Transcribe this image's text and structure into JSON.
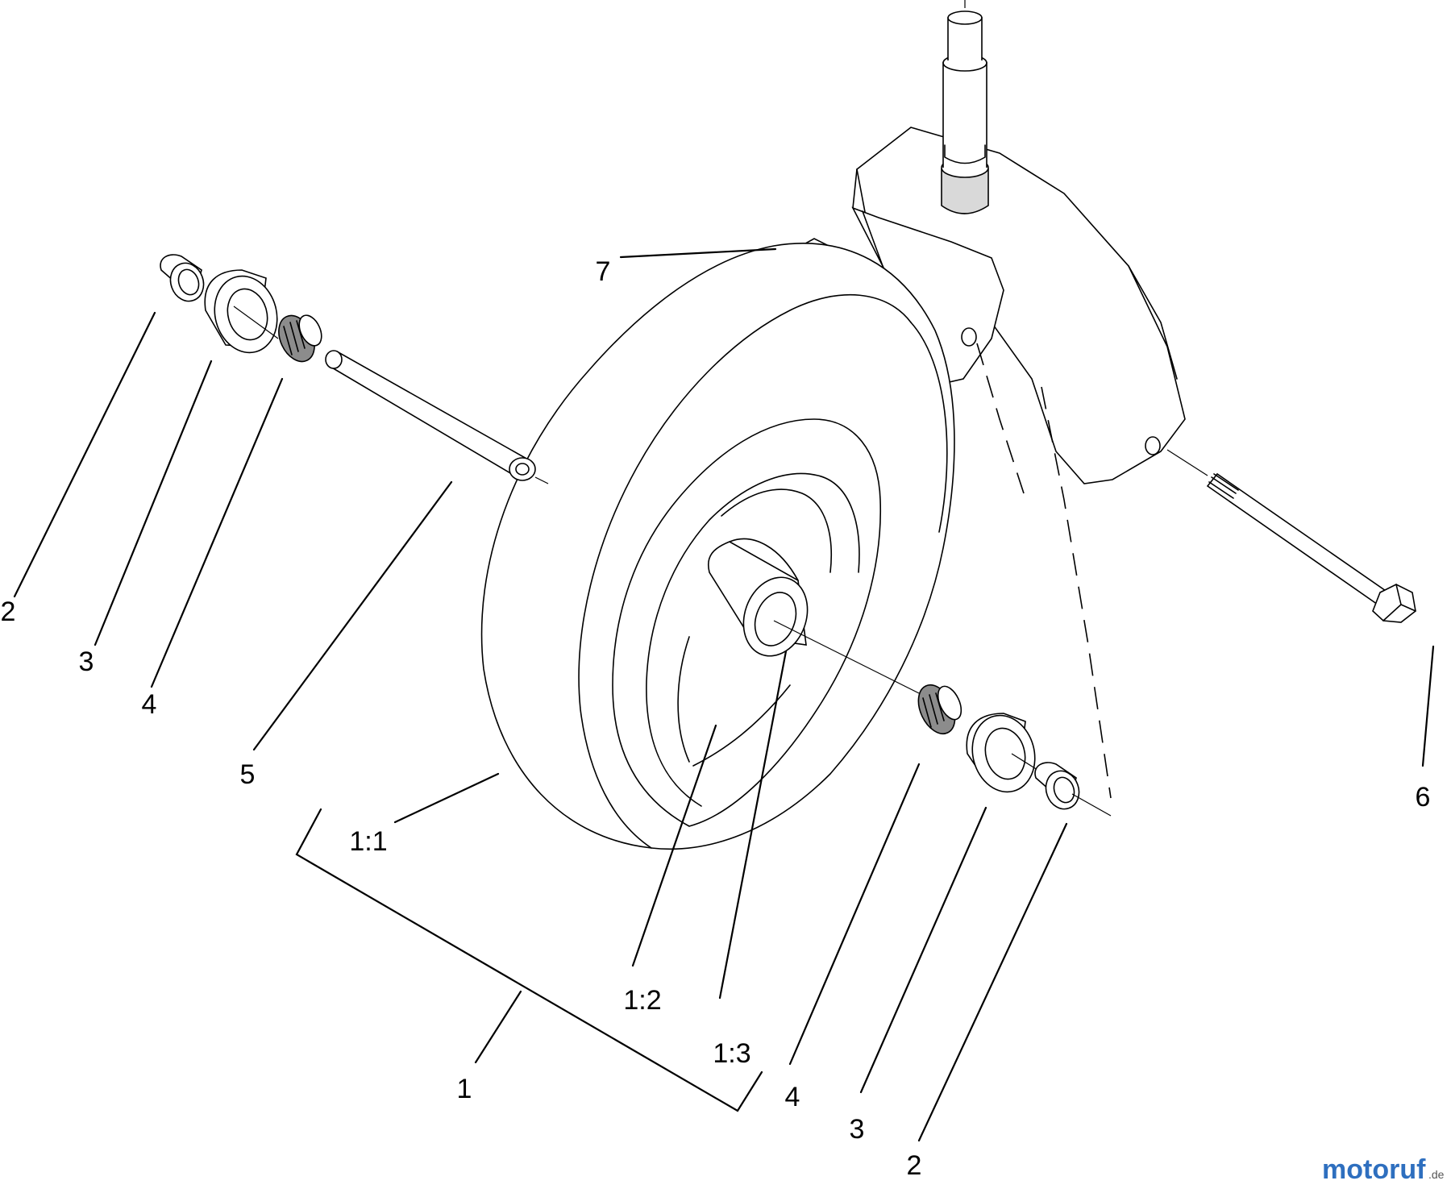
{
  "callouts": {
    "left_spacer": "2",
    "left_cup": "3",
    "left_cone": "4",
    "axle_tube": "5",
    "tire": "1:1",
    "wheel_assembly": "1",
    "rim": "1:2",
    "hub_bearing_bore": "1:3",
    "right_cone": "4",
    "right_cup": "3",
    "right_spacer": "2",
    "bolt": "6",
    "locknut": "7"
  },
  "watermark": {
    "brand": "motoruf",
    "suffix": ".de"
  }
}
